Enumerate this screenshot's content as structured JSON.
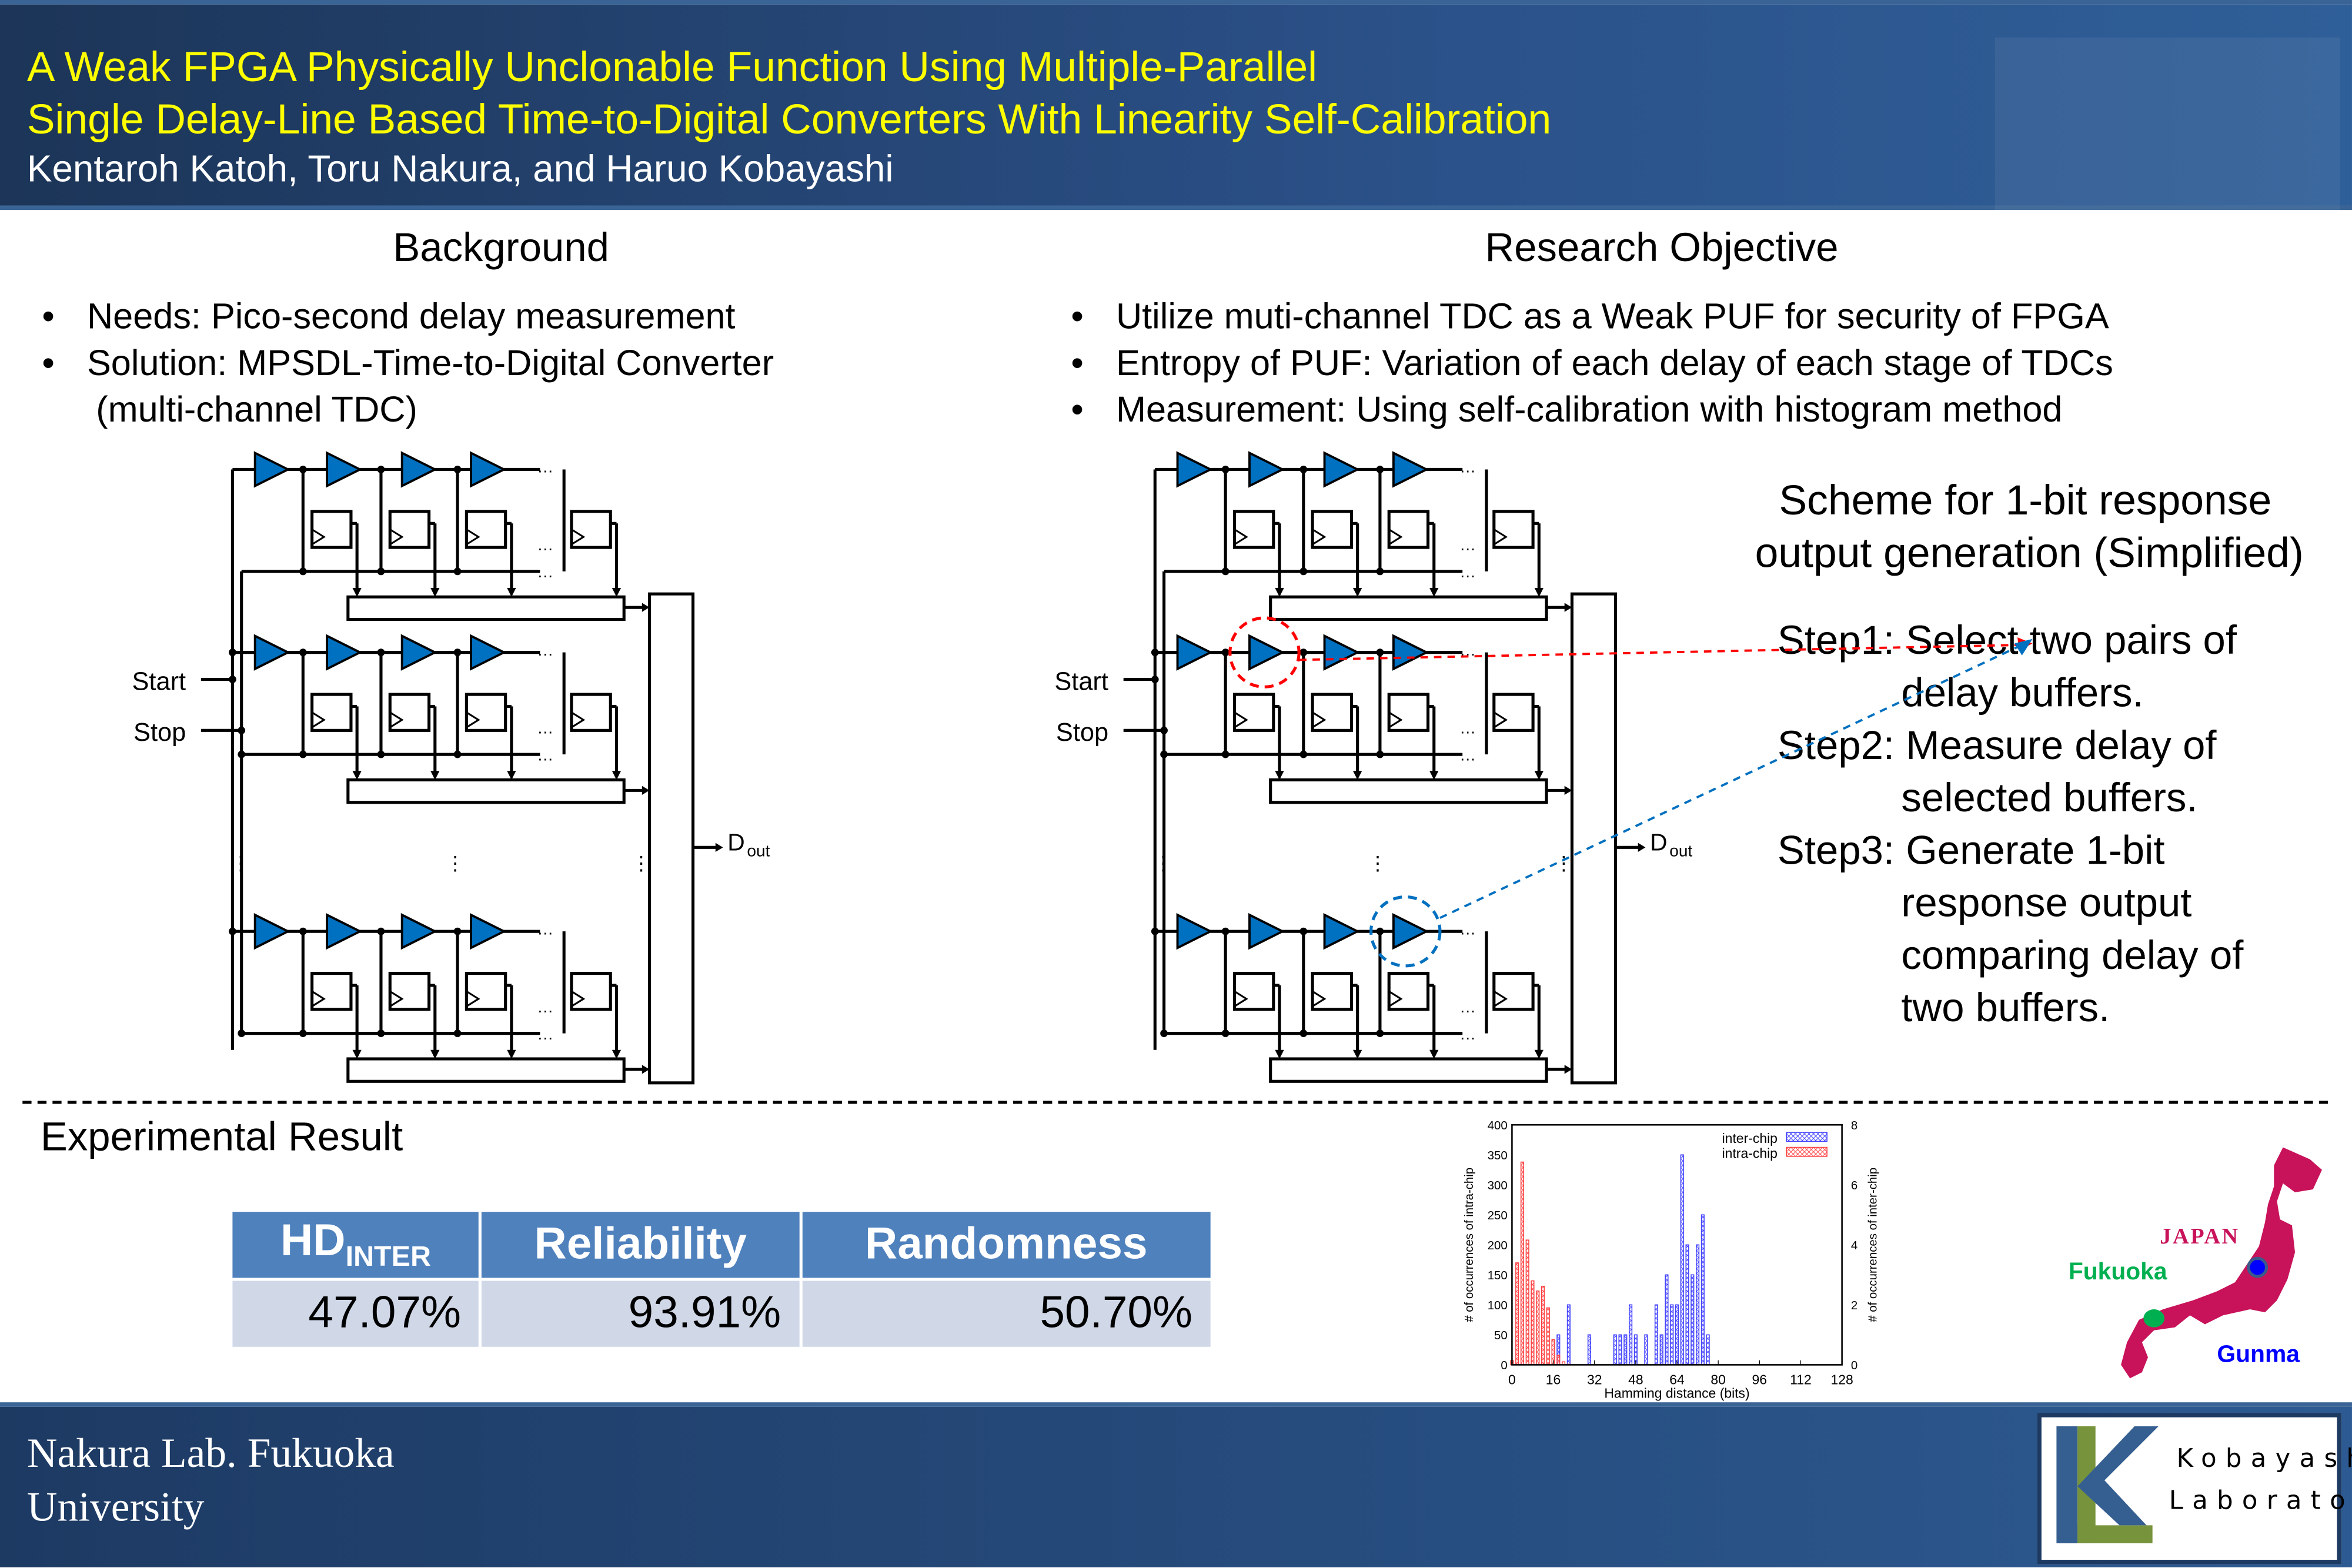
{
  "header": {
    "title_line1": "A Weak FPGA Physically Unclonable Function Using Multiple-Parallel",
    "title_line2": "Single Delay-Line Based Time-to-Digital Converters With Linearity Self-Calibration",
    "authors": "Kentaroh Katoh, Toru Nakura, and Haruo Kobayashi"
  },
  "background": {
    "title": "Background",
    "bullets": [
      "Needs: Pico-second delay measurement",
      "Solution: MPSDL-Time-to-Digital Converter",
      "(multi-channel TDC)"
    ]
  },
  "objective": {
    "title": "Research Objective",
    "bullets": [
      "Utilize muti-channel TDC as a Weak PUF for security of FPGA",
      "Entropy of PUF: Variation of each delay of each stage of TDCs",
      "Measurement: Using self-calibration with histogram method"
    ]
  },
  "circuit": {
    "start": "Start",
    "stop": "Stop",
    "dout_main": "D",
    "dout_sub": "out",
    "ellipsis": "…",
    "vdots": "⋮"
  },
  "scheme": {
    "title1": "Scheme for 1-bit response",
    "title2": "output generation (Simplified)",
    "step1": "Step1: Select two pairs of\n           delay buffers.",
    "step2": "Step2: Measure delay of\n           selected buffers.",
    "step3": "Step3: Generate 1-bit\n           response output\n           comparing delay of\n           two buffers."
  },
  "experimental": {
    "title": "Experimental Result",
    "headers": [
      {
        "main": "HD",
        "sub": "INTER"
      },
      {
        "main": "Reliability",
        "sub": ""
      },
      {
        "main": "Randomness",
        "sub": ""
      }
    ],
    "values": [
      "47.07%",
      "93.91%",
      "50.70%"
    ]
  },
  "chart_data": {
    "type": "bar",
    "xlabel": "Hamming distance (bits)",
    "ylabel": "# of occurrences of intra-chip",
    "y2label": "# of occurrences of inter-chip",
    "xlim": [
      0,
      128
    ],
    "ylim": [
      0,
      400
    ],
    "y2lim": [
      0,
      8
    ],
    "xticks": [
      0,
      16,
      32,
      48,
      64,
      80,
      96,
      112,
      128
    ],
    "yticks": [
      0,
      50,
      100,
      150,
      200,
      250,
      300,
      350,
      400
    ],
    "y2ticks": [
      0,
      2,
      4,
      6,
      8
    ],
    "legend_position": "top-right",
    "series": [
      {
        "name": "inter-chip",
        "axis": "right",
        "color": "#4040ff",
        "x": [
          18,
          22,
          30,
          40,
          42,
          44,
          46,
          48,
          52,
          56,
          58,
          60,
          62,
          64,
          66,
          68,
          70,
          72,
          74,
          76
        ],
        "values": [
          1,
          2,
          1,
          1,
          1,
          1,
          2,
          1,
          1,
          2,
          1,
          3,
          2,
          2,
          7,
          4,
          3,
          4,
          5,
          1
        ]
      },
      {
        "name": "intra-chip",
        "axis": "left",
        "color": "#ff4040",
        "x": [
          0,
          2,
          4,
          6,
          8,
          10,
          12,
          14,
          16,
          18,
          20,
          22
        ],
        "values": [
          7,
          170,
          338,
          208,
          140,
          123,
          131,
          95,
          42,
          16,
          5,
          1
        ]
      }
    ]
  },
  "map": {
    "country": "JAPAN",
    "city1": "Fukuoka",
    "city2": "Gunma",
    "color_land": "#c8125a",
    "color_city1": "#00b050",
    "color_city2": "#0000ff"
  },
  "footer": {
    "lab_line1": "Nakura Lab. Fukuoka",
    "lab_line2": "University",
    "logo_line1": "Kobayashi",
    "logo_line2": "Laboratory"
  }
}
